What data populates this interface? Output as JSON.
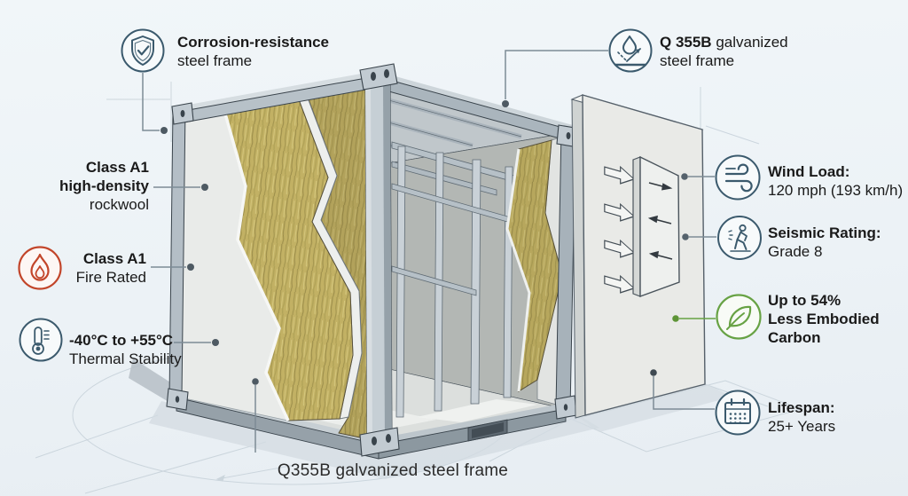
{
  "diagram_title": "Container module construction infographic",
  "callouts": {
    "corrosion": {
      "icon": "shield-check-icon",
      "line1": "Corrosion-resistance",
      "line2": "steel frame"
    },
    "galvanized_top": {
      "icon": "droplet-splash-icon",
      "bold": "Q 355B",
      "rest": "galvanized",
      "line2": "steel frame"
    },
    "rockwool": {
      "line1": "Class A1",
      "line2": "high-density",
      "line3": "rockwool"
    },
    "fire": {
      "icon": "flame-icon",
      "line1": "Class A1",
      "line2": "Fire Rated"
    },
    "thermal": {
      "icon": "thermometer-icon",
      "line1": "-40°C to +55°C",
      "line2": "Thermal Stability"
    },
    "wind": {
      "icon": "wind-icon",
      "line1": "Wind Load:",
      "line2": "120 mph (193 km/h)"
    },
    "seismic": {
      "icon": "seismic-person-icon",
      "line1": "Seismic Rating:",
      "line2": "Grade 8"
    },
    "carbon": {
      "icon": "leaf-icon",
      "line1": "Up to 54%",
      "line2": "Less Embodied",
      "line3": "Carbon"
    },
    "lifespan": {
      "icon": "calendar-icon",
      "line1": "Lifespan:",
      "line2": "25+ Years"
    },
    "bottom": {
      "text": "Q355B galvanized steel frame"
    }
  },
  "colors": {
    "background": "#edf2f6",
    "icon_stroke": "#3b5a6d",
    "fire_red": "#c2452a",
    "eco_green": "#67a244",
    "leader_gray": "#7d8b95",
    "steel": "#b7c1c8",
    "rockwool": "#c2b164",
    "panel_white": "#e9ebe9",
    "text": "#1a1a1a"
  }
}
